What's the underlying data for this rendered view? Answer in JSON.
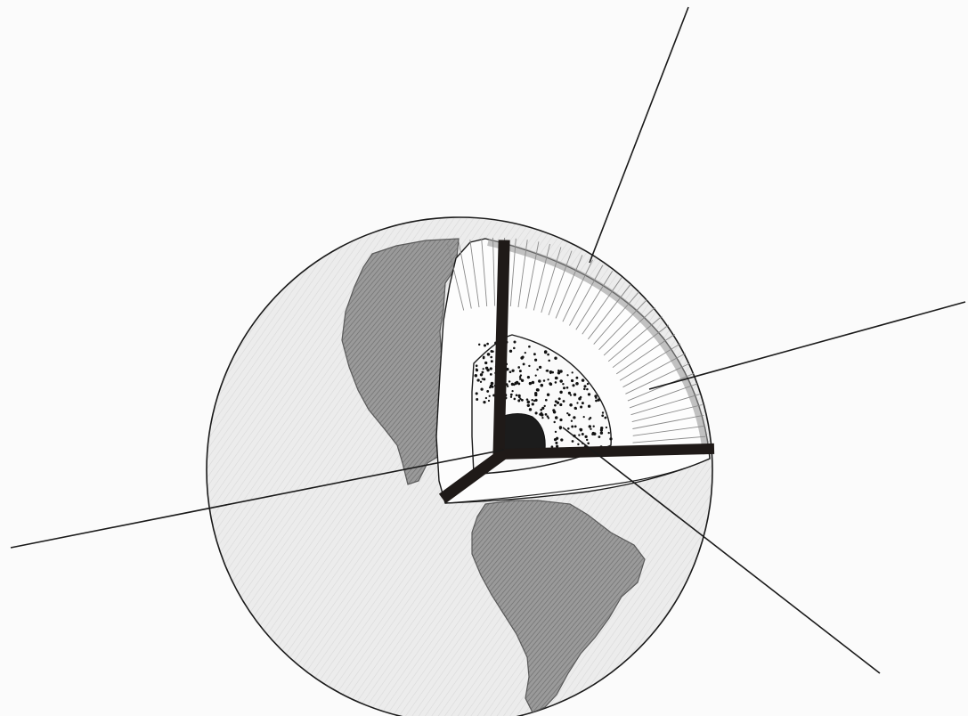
{
  "diagram": {
    "subject": "earth-layers-cutaway",
    "colors": {
      "paper": "#fbfbfb",
      "ink": "#1a1a1a",
      "ocean_shade": "#ececec",
      "land_shade": "#8d8d8d",
      "land_edge": "#5a5a5a",
      "cut_face": "#fdfdfd",
      "mantle_stroke": "#8a8a8a",
      "outer_core_dots": "#111111",
      "inner_core": "#1c1c1c",
      "axis_bar": "#1f1a18"
    },
    "layers": [
      {
        "id": "crust",
        "fill": "hatched-thin-rim"
      },
      {
        "id": "mantle",
        "fill": "radial-lines"
      },
      {
        "id": "outer-core",
        "fill": "dotted"
      },
      {
        "id": "inner-core",
        "fill": "solid-black"
      }
    ],
    "label_lines": [
      {
        "id": "pointer-line-top",
        "target": "crust"
      },
      {
        "id": "pointer-line-right",
        "target": "mantle"
      },
      {
        "id": "pointer-line-lower-right",
        "target": "outer-core"
      },
      {
        "id": "pointer-line-left",
        "target": "inner-core"
      }
    ],
    "continents": [
      {
        "id": "north-america",
        "shading": "pencil"
      },
      {
        "id": "south-america",
        "shading": "pencil"
      }
    ]
  }
}
